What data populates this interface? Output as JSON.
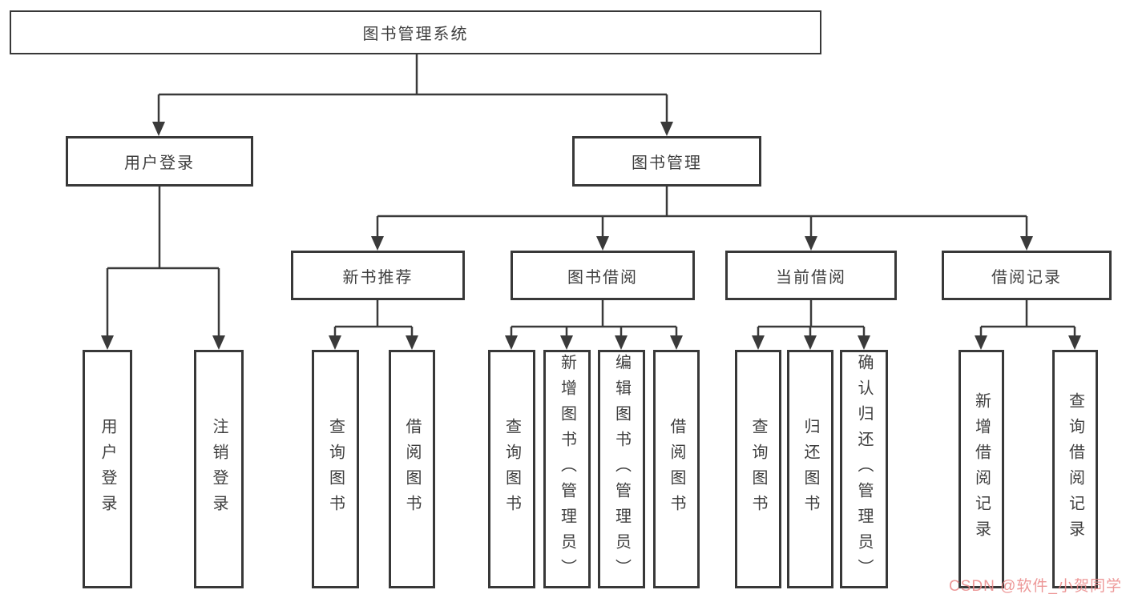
{
  "tree": {
    "root": {
      "label": "图书管理系统",
      "children": [
        {
          "label": "用户登录",
          "children": [
            {
              "label": "用户登录"
            },
            {
              "label": "注销登录"
            }
          ]
        },
        {
          "label": "图书管理",
          "children": [
            {
              "label": "新书推荐",
              "children": [
                {
                  "label": "查询图书"
                },
                {
                  "label": "借阅图书"
                }
              ]
            },
            {
              "label": "图书借阅",
              "children": [
                {
                  "label": "查询图书"
                },
                {
                  "label": "新增图书（管理员）"
                },
                {
                  "label": "编辑图书（管理员）"
                },
                {
                  "label": "借阅图书"
                }
              ]
            },
            {
              "label": "当前借阅",
              "children": [
                {
                  "label": "查询图书"
                },
                {
                  "label": "归还图书"
                },
                {
                  "label": "确认归还（管理员）"
                }
              ]
            },
            {
              "label": "借阅记录",
              "children": [
                {
                  "label": "新增借阅记录"
                },
                {
                  "label": "查询借阅记录"
                }
              ]
            }
          ]
        }
      ]
    }
  },
  "watermark": {
    "text": "CSDN @软件_小贺同学",
    "color": "#eb8a8a"
  },
  "colors": {
    "line": "#3a3a3a",
    "border": "#383838",
    "text": "#3f3f3f",
    "background": "#ffffff"
  }
}
